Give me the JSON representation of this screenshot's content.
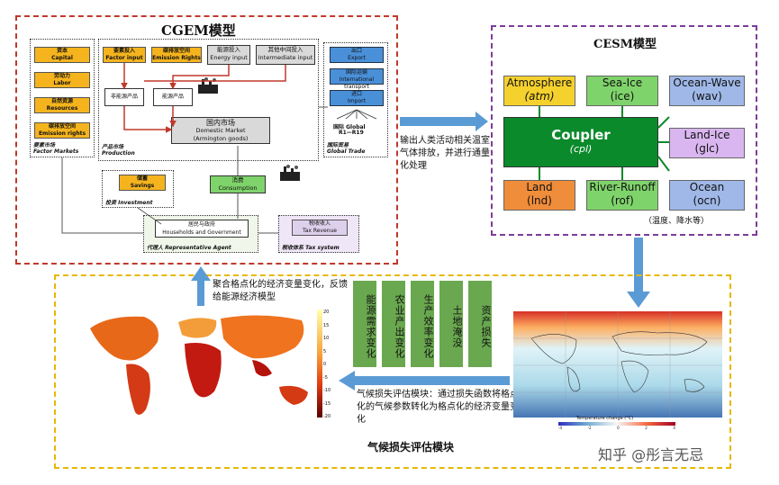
{
  "cgem": {
    "title": "CGEM模型",
    "factors": [
      {
        "cn": "资本",
        "en": "Capital"
      },
      {
        "cn": "劳动力",
        "en": "Labor"
      },
      {
        "cn": "自然资源",
        "en": "Resources"
      },
      {
        "cn": "碳排放空间",
        "en": "Emission rights"
      }
    ],
    "factor_markets": {
      "cn": "要素市场",
      "en": "Factor Markets"
    },
    "inputs": [
      {
        "cn": "要素投入",
        "en": "Factor input"
      },
      {
        "cn": "碳排放空间",
        "en": "Emission Rights"
      },
      {
        "cn": "能源投入",
        "en": "Energy input"
      },
      {
        "cn": "其他中间投入",
        "en": "Intermediate input"
      }
    ],
    "non_energy": "非能源产品",
    "energy": "能源产品",
    "production": {
      "cn": "产品市场",
      "en": "Production"
    },
    "domestic": {
      "cn": "国内市场",
      "en": "Domestic Market",
      "sub": "(Armington goods)"
    },
    "trade": [
      {
        "cn": "出口",
        "en": "Export"
      },
      {
        "cn": "国际运输",
        "en": "International transport"
      },
      {
        "cn": "进口",
        "en": "Import"
      }
    ],
    "global": {
      "cn": "国际",
      "en": "Global",
      "range": "R1—R19"
    },
    "global_trade": {
      "cn": "国际贸易",
      "en": "Global Trade"
    },
    "savings": {
      "cn": "储蓄",
      "en": "Savings"
    },
    "investment": {
      "cn": "投资",
      "en": "Investment"
    },
    "consumption": {
      "cn": "消费",
      "en": "Consumption"
    },
    "households": {
      "cn": "居民与政府",
      "en": "Households and Government"
    },
    "agent": {
      "cn": "代理人",
      "en": "Representative Agent"
    },
    "tax": {
      "cn": "税收收入",
      "en": "Tax Revenue"
    },
    "tax_system": {
      "cn": "税收体系",
      "en": "Tax system"
    }
  },
  "cesm": {
    "title": "CESM模型",
    "components": [
      {
        "name": "Atmosphere",
        "abbr": "(atm)",
        "color": "#f5d12e"
      },
      {
        "name": "Sea-Ice",
        "abbr": "(ice)",
        "color": "#7fd36b"
      },
      {
        "name": "Ocean-Wave",
        "abbr": "(wav)",
        "color": "#9fb8e8"
      },
      {
        "name": "Land-Ice",
        "abbr": "(glc)",
        "color": "#d9b6ef"
      },
      {
        "name": "Ocean",
        "abbr": "(ocn)",
        "color": "#9fb8e8"
      },
      {
        "name": "River-Runoff",
        "abbr": "(rof)",
        "color": "#7fd36b"
      },
      {
        "name": "Land",
        "abbr": "(lnd)",
        "color": "#f08d3a"
      }
    ],
    "coupler": {
      "name": "Coupler",
      "abbr": "(cpl)",
      "color": "#0b8a2b"
    },
    "note": "（温度、降水等）"
  },
  "arrows": {
    "to_cesm": "输出人类活动相关温室气体排放，并进行通量化处理",
    "to_cgem": "聚合格点化的经济变量变化，反馈给能源经济模型"
  },
  "damage": {
    "title": "气候损失评估模块",
    "impacts": [
      "能源需求变化",
      "农业产出变化",
      "生产效率变化",
      "土地淹没",
      "资产损失"
    ],
    "description": "气候损失评估模块：通过损失函数将格点化的气候参数转化为格点化的经济变量变化",
    "colorbar_ticks": [
      "20",
      "15",
      "10",
      "5",
      "0",
      "-5",
      "-10",
      "-15",
      "-20"
    ],
    "temp_label": "Temperature change (°C)",
    "temp_ticks": [
      "-4",
      "-2",
      "0",
      "2",
      "4"
    ]
  },
  "watermark": "知乎 @彤言无忌",
  "colors": {
    "red_border": "#c0392b",
    "purple_border": "#7d3c98",
    "yellow_border": "#e6b800",
    "arrow_blue": "#5b9bd5",
    "impact_green": "#6aa84f"
  }
}
